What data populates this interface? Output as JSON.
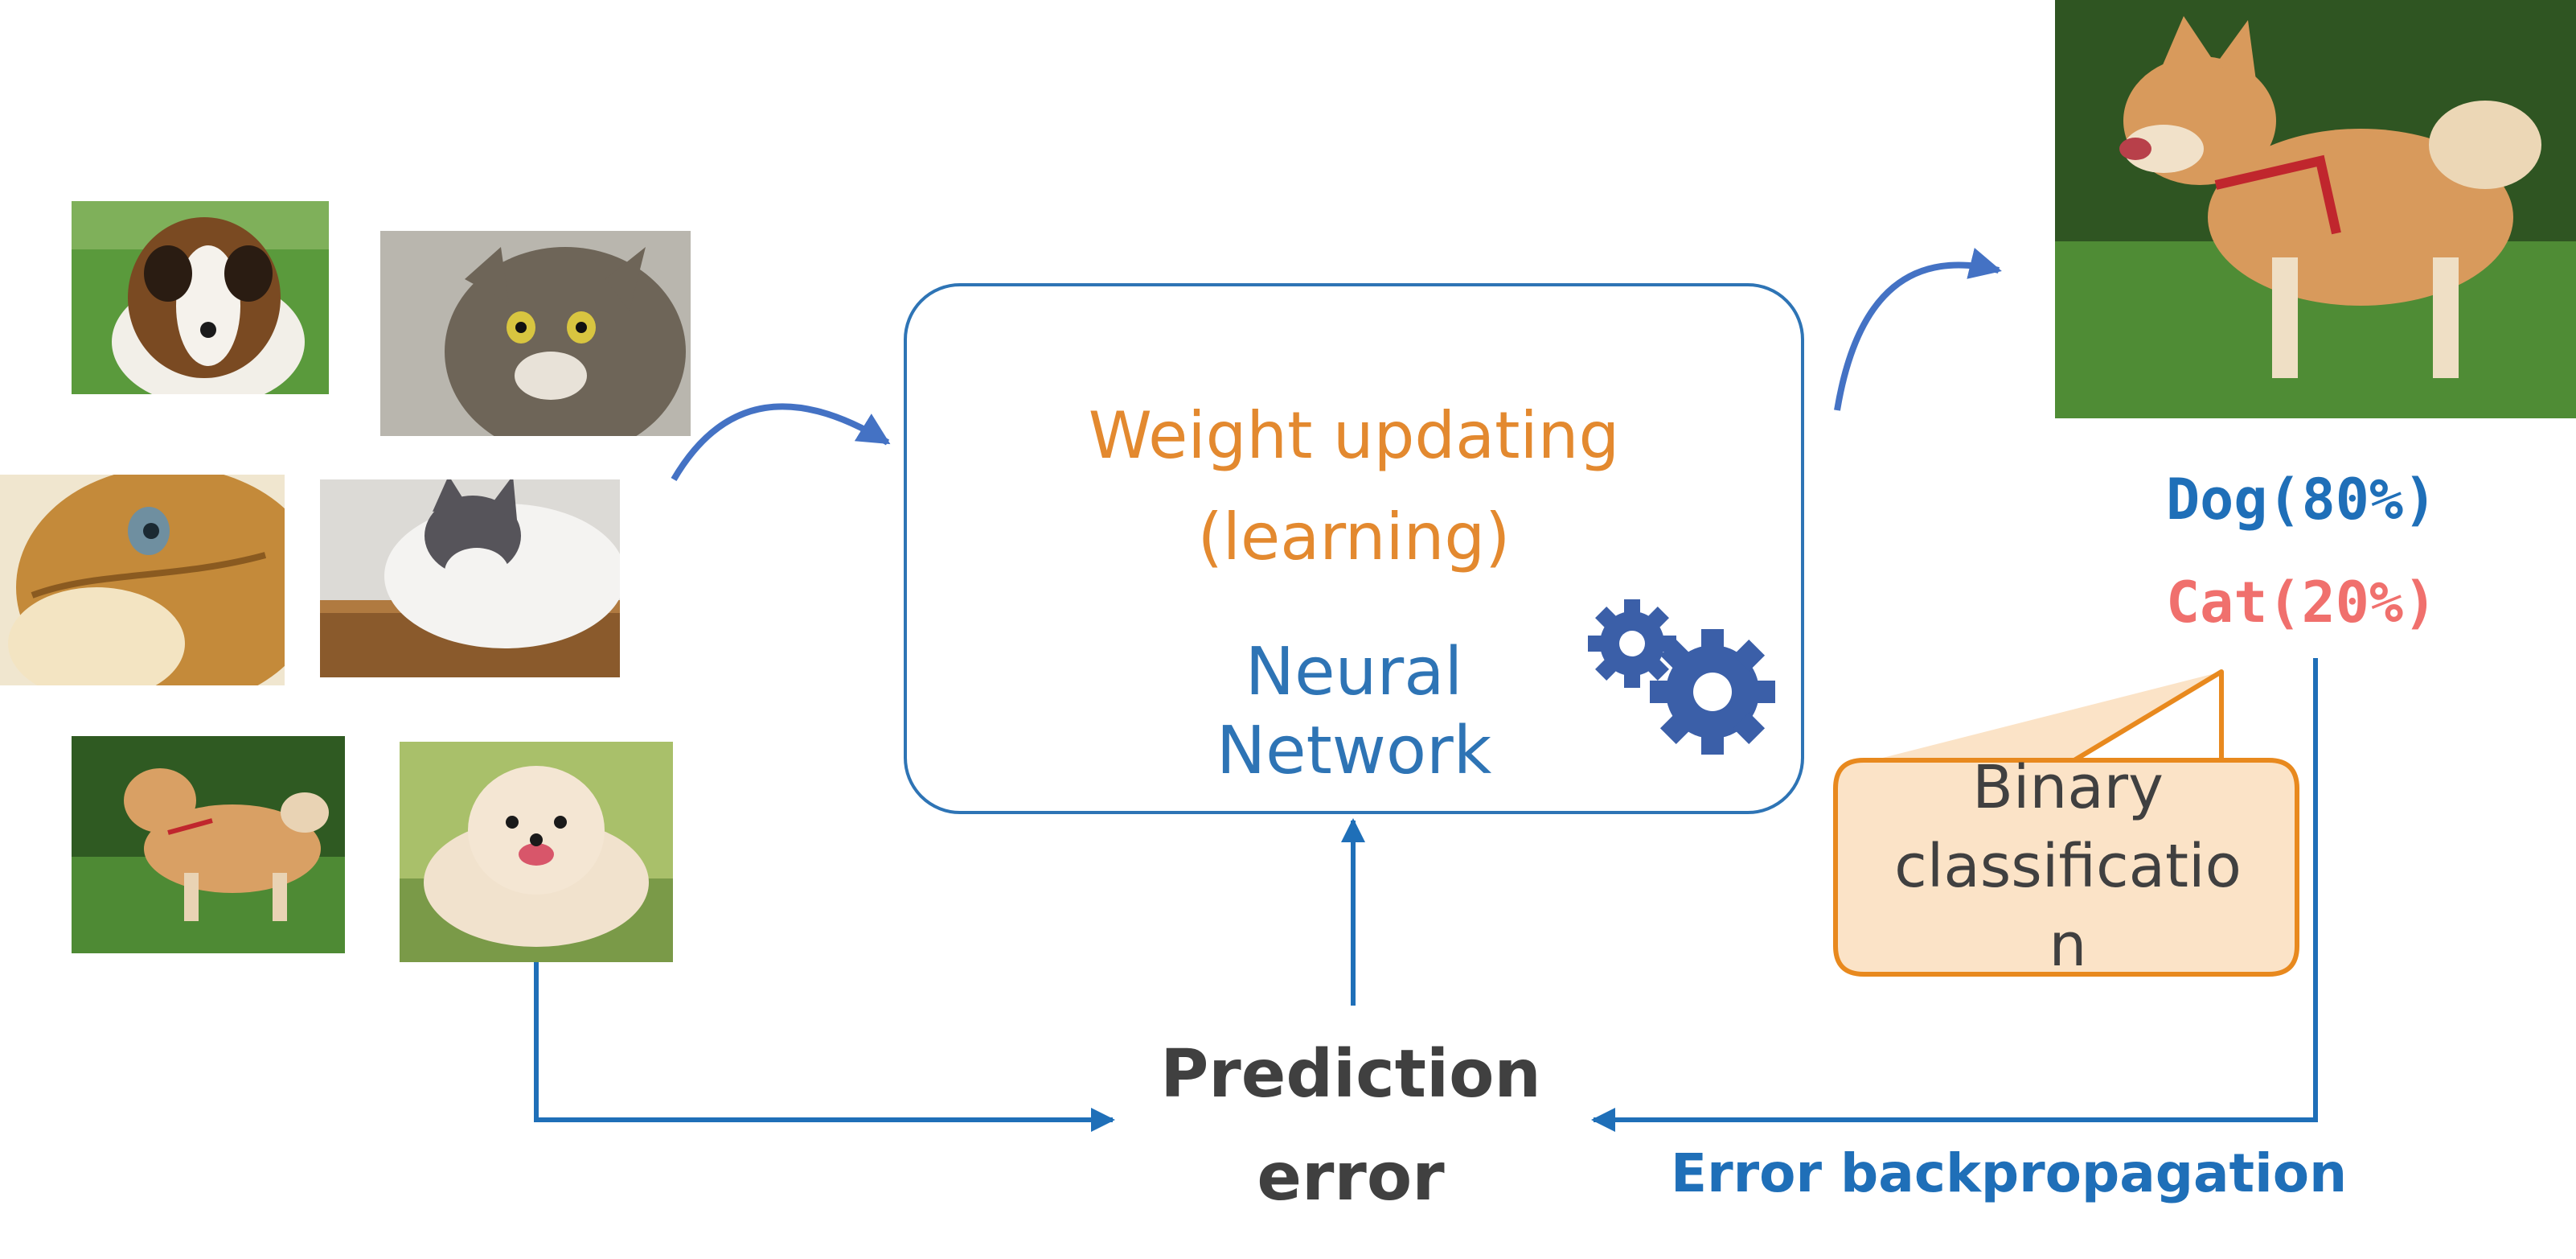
{
  "diagram": {
    "box": {
      "title_line1": "Weight updating",
      "title_line2": "(learning)",
      "subtitle_line1": "Neural",
      "subtitle_line2": "Network",
      "icon": "gears-icon"
    },
    "output": {
      "dog_label": "Dog(80%)",
      "cat_label": "Cat(20%)"
    },
    "callout": {
      "line1": "Binary",
      "line2": "classificatio",
      "line3": "n"
    },
    "error": {
      "line1": "Prediction",
      "line2": "error"
    },
    "backprop_label": "Error backpropagation",
    "inputs": [
      "collie-dog",
      "tabby-cat",
      "orange-cat",
      "grey-white-cat",
      "shiba-dog",
      "pomeranian-dog"
    ],
    "output_image": "shiba-dog-large"
  },
  "colors": {
    "arrow_blue": "#4472c4",
    "line_blue": "#1f6fb8",
    "orange_text": "#e3892f",
    "callout_fill": "#fbe3c7",
    "callout_border": "#e8891e",
    "cat_red": "#f0706d",
    "dark_text": "#404040"
  }
}
